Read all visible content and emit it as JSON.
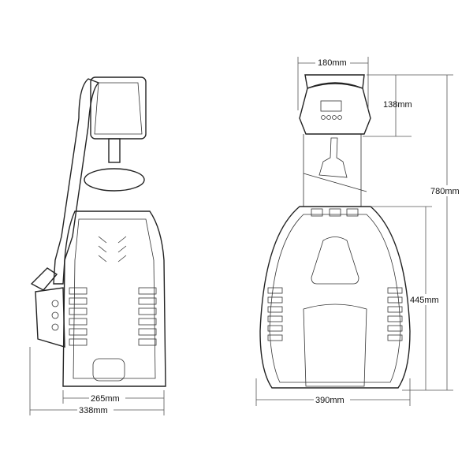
{
  "title": "Scanner fixture dimension drawing",
  "dimensions": {
    "head_width": "180mm",
    "head_height": "138mm",
    "total_height": "780mm",
    "body_height": "445mm",
    "body_width_front": "390mm",
    "body_width_side": "265mm",
    "overall_width_side": "338mm"
  },
  "colors": {
    "line": "#222222",
    "background": "#ffffff"
  }
}
